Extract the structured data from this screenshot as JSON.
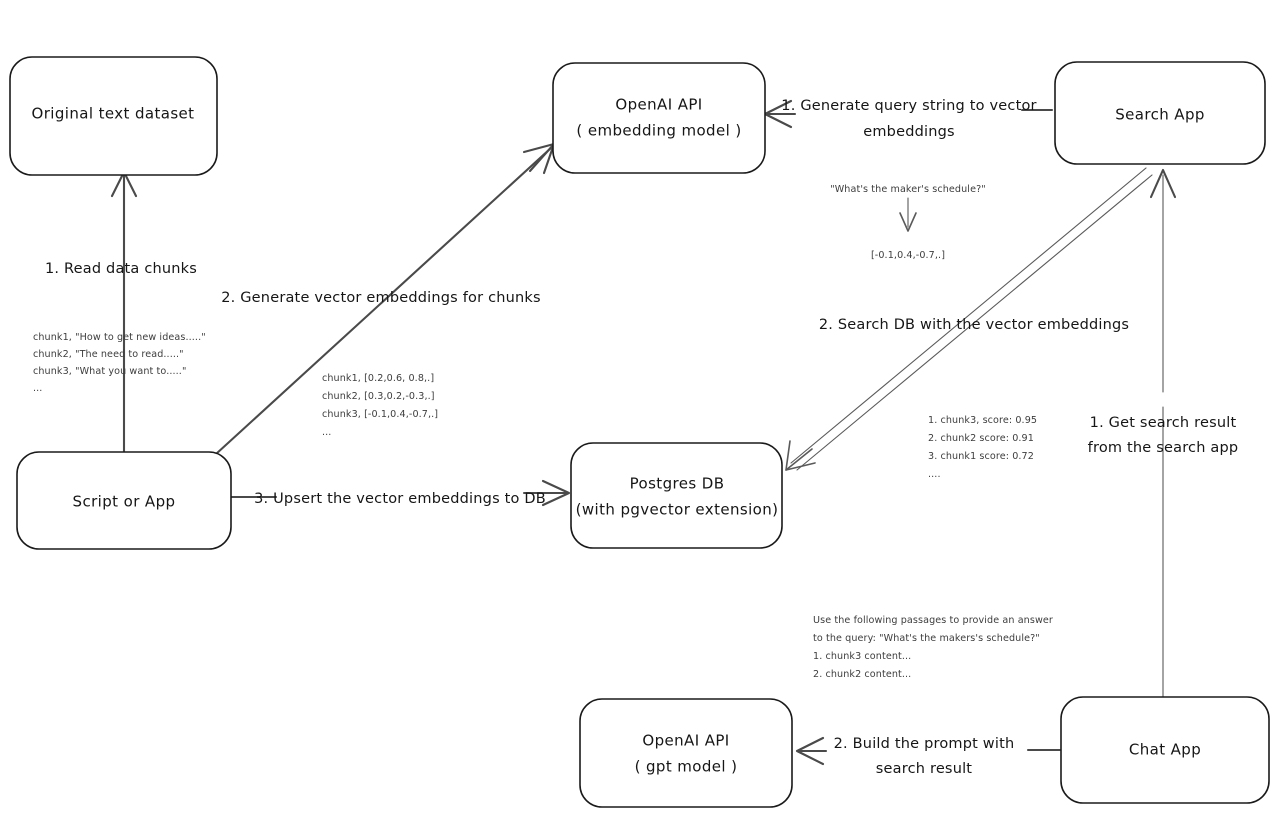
{
  "diagram": {
    "title": "Vector search RAG architecture",
    "background_color": "#ffffff",
    "stroke_color": "#1a1a1a",
    "edge_color": "#4a4a4a",
    "note_color": "#3d3d3d"
  },
  "nodes": {
    "original_dataset": {
      "label": "Original text dataset"
    },
    "embedding_api_line1": {
      "label": "OpenAI API"
    },
    "embedding_api_line2": {
      "label": "( embedding model )"
    },
    "search_app": {
      "label": "Search App"
    },
    "script_or_app": {
      "label": "Script or App"
    },
    "postgres_db_line1": {
      "label": "Postgres DB"
    },
    "postgres_db_line2": {
      "label": "(with pgvector extension)"
    },
    "gpt_api_line1": {
      "label": "OpenAI API"
    },
    "gpt_api_line2": {
      "label": "( gpt model )"
    },
    "chat_app": {
      "label": "Chat App"
    }
  },
  "edges": {
    "read_data_chunks": {
      "label": "1. Read data chunks"
    },
    "generate_embeddings": {
      "label": "2. Generate vector embeddings for chunks"
    },
    "upsert_embeddings": {
      "label": "3. Upsert the vector embeddings  to DB"
    },
    "generate_query_embedding_line1": {
      "label": "1. Generate query string to vector"
    },
    "generate_query_embedding_line2": {
      "label": "embeddings"
    },
    "search_db": {
      "label": "2. Search DB with the vector embeddings"
    },
    "get_search_result_line1": {
      "label": "1. Get search result"
    },
    "get_search_result_line2": {
      "label": "from the search app"
    },
    "build_prompt_line1": {
      "label": "2. Build the prompt with"
    },
    "build_prompt_line2": {
      "label": "search result"
    }
  },
  "notes": {
    "source_chunks": {
      "lines": [
        "chunk1, \"How to get new ideas.....\"",
        "chunk2, \"The need to read.....\"",
        "chunk3, \"What you want to.....\"",
        "..."
      ]
    },
    "chunk_embeddings": {
      "lines": [
        "chunk1, [0.2,0.6, 0.8,.]",
        "chunk2, [0.3,0.2,-0.3,.]",
        "chunk3, [-0.1,0.4,-0.7,.]",
        "..."
      ]
    },
    "query_string": {
      "text": "\"What's the maker's schedule?\""
    },
    "query_vector": {
      "text": "[-0.1,0.4,-0.7,.]"
    },
    "search_results": {
      "lines": [
        "1. chunk3, score: 0.95",
        "2. chunk2 score: 0.91",
        "3. chunk1 score: 0.72",
        "...."
      ]
    },
    "prompt_text": {
      "lines": [
        "Use the following passages to provide an answer",
        "to the query: \"What's the makers's schedule?\"",
        "1. chunk3 content...",
        "2. chunk2 content..."
      ]
    }
  }
}
